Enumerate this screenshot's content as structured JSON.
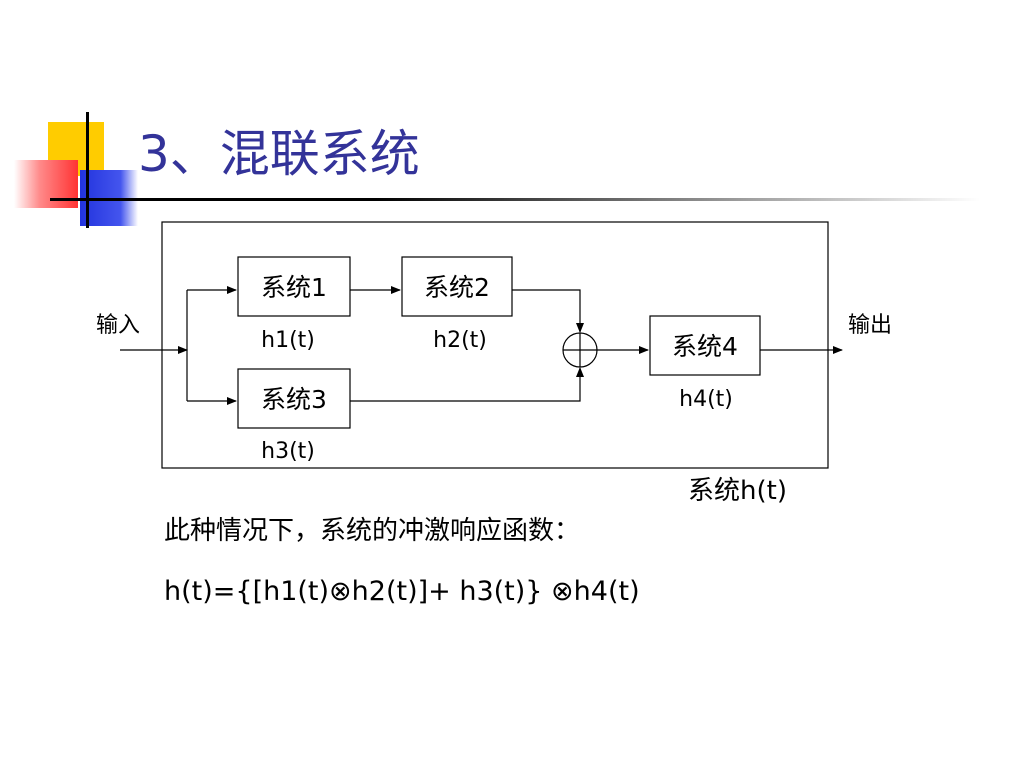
{
  "title": "3、混联系统",
  "diagram": {
    "input_label": "输入",
    "output_label": "输出",
    "blocks": [
      {
        "label": "系统1",
        "response": "h1(t)"
      },
      {
        "label": "系统2",
        "response": "h2(t)"
      },
      {
        "label": "系统3",
        "response": "h3(t)"
      },
      {
        "label": "系统4",
        "response": "h4(t)"
      }
    ],
    "overall_label": "系统h(t)"
  },
  "text": {
    "description": "此种情况下，系统的冲激响应函数：",
    "formula": "h(t)={[h1(t)⊗h2(t)]+ h3(t)} ⊗h4(t)"
  }
}
